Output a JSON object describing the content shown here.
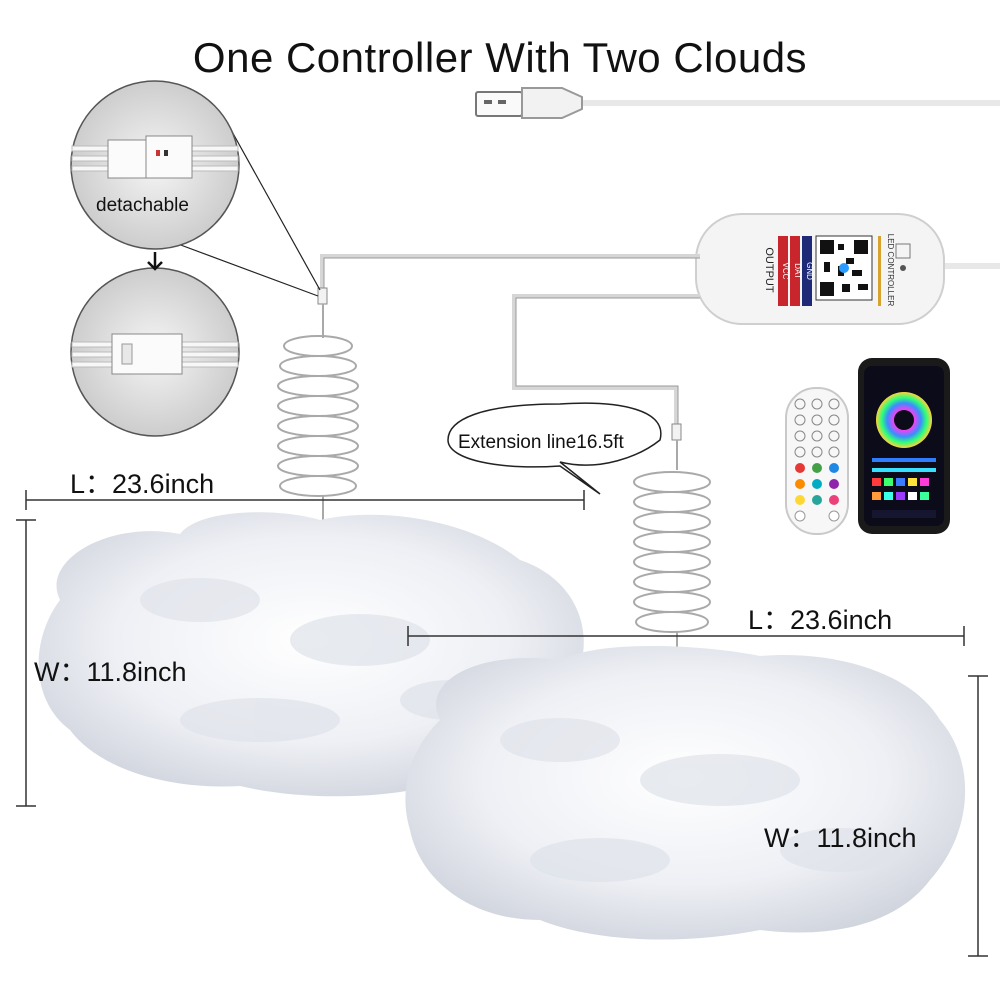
{
  "title": "One Controller With Two Clouds",
  "zoom_label": "detachable",
  "extension_label": "Extension line16.5ft",
  "cloud_left": {
    "length_label": "L：23.6inch",
    "width_label": "W：11.8inch"
  },
  "cloud_right": {
    "length_label": "L：23.6inch",
    "width_label": "W：11.8inch"
  },
  "controller": {
    "output_label": "OUTPUT",
    "pins": [
      "VCC",
      "DAT",
      "GND"
    ],
    "brand_label": "LED CONTROLLER"
  },
  "colors": {
    "cable": "#e6e6e6",
    "wire_outline": "#b8b8b8",
    "cloud": "#f3f4f7",
    "phone_screen": "#0b0b1a"
  }
}
